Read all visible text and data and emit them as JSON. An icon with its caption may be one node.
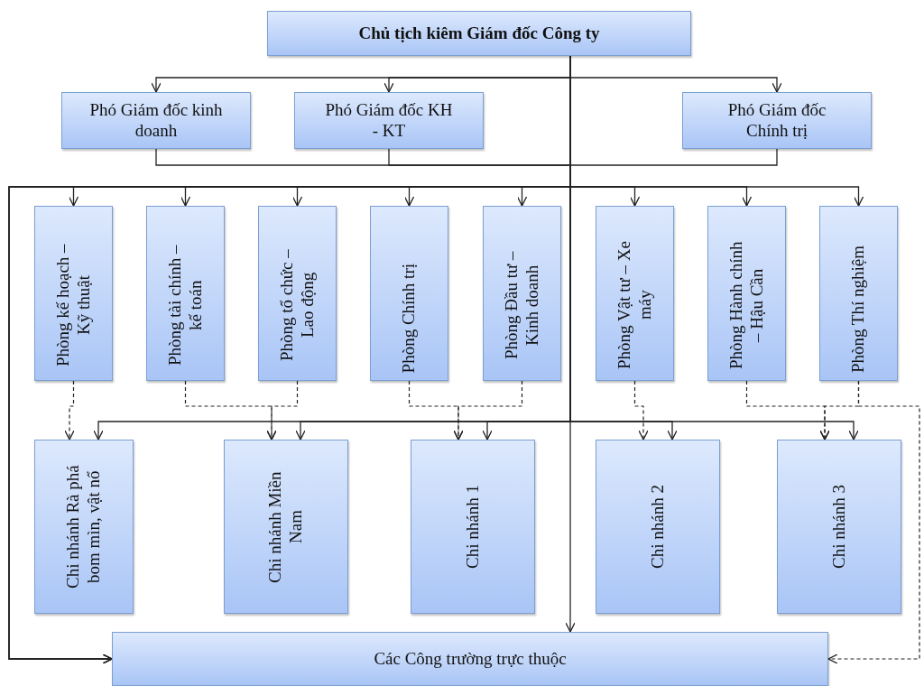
{
  "diagram": {
    "nodes": [
      {
        "text": [
          "Chủ tịch kiêm Giám đốc Công ty"
        ]
      },
      {
        "text": [
          "Phó Giám đốc kinh doanh"
        ]
      },
      {
        "text": [
          "Phó Giám đốc KH - KT"
        ]
      },
      {
        "text": [
          "Phó Giám đốc Chính trị"
        ]
      },
      {
        "text": [
          "Phòng kế hoạch – Kỹ thuật"
        ]
      },
      {
        "text": [
          "Phòng tài chính – kế toán"
        ]
      },
      {
        "text": [
          "Phòng tổ chức – Lao động"
        ]
      },
      {
        "text": [
          "Phòng Chính trị"
        ]
      },
      {
        "text": [
          "Phòng Đầu tư – Kinh doanh"
        ]
      },
      {
        "text": [
          "Phòng Vật tư – Xe máy"
        ]
      },
      {
        "text": [
          "Phòng Hành chính – Hậu Cần"
        ]
      },
      {
        "text": [
          "Phòng Thí nghiệm"
        ]
      },
      {
        "text": [
          "Chi nhánh Rà phá bom mìn, vật nổ"
        ]
      },
      {
        "text": [
          "Chi nhánh Miền Nam"
        ]
      },
      {
        "text": [
          "Chi nhánh 1"
        ]
      },
      {
        "text": [
          "Chi nhánh 2"
        ]
      },
      {
        "text": [
          "Chi nhánh 3"
        ]
      },
      {
        "text": [
          "Các Công trường trực thuộc"
        ]
      }
    ],
    "edges": [
      {
        "from": 0,
        "to": 1,
        "arrow": "to"
      },
      {
        "from": 0,
        "to": 2,
        "arrow": "to"
      },
      {
        "from": 0,
        "to": 3,
        "arrow": "to"
      },
      {
        "from": 0,
        "to": 4,
        "arrow": "to"
      },
      {
        "from": 0,
        "to": 5,
        "arrow": "to"
      },
      {
        "from": 0,
        "to": 6,
        "arrow": "to"
      },
      {
        "from": 0,
        "to": 7,
        "arrow": "to"
      },
      {
        "from": 0,
        "to": 8,
        "arrow": "to"
      },
      {
        "from": 0,
        "to": 9,
        "arrow": "to"
      },
      {
        "from": 0,
        "to": 10,
        "arrow": "to"
      },
      {
        "from": 0,
        "to": 11,
        "arrow": "to"
      },
      {
        "from": 0,
        "to": 12,
        "arrow": "to"
      },
      {
        "from": 0,
        "to": 13,
        "arrow": "to"
      },
      {
        "from": 0,
        "to": 14,
        "arrow": "to"
      },
      {
        "from": 0,
        "to": 15,
        "arrow": "to"
      },
      {
        "from": 0,
        "to": 16,
        "arrow": "to"
      },
      {
        "from": 0,
        "to": 17,
        "arrow": "to"
      },
      {
        "from": 1,
        "to": 17,
        "arrow": "to"
      },
      {
        "from": 2,
        "to": 17,
        "arrow": "to"
      },
      {
        "from": 3,
        "to": 17,
        "arrow": "to"
      },
      {
        "from": 4,
        "to": 12,
        "arrow": "to",
        "style": "dashed"
      },
      {
        "from": 5,
        "to": 13,
        "arrow": "to",
        "style": "dashed"
      },
      {
        "from": 6,
        "to": 13,
        "arrow": "to",
        "style": "dashed"
      },
      {
        "from": 7,
        "to": 14,
        "arrow": "to",
        "style": "dashed"
      },
      {
        "from": 8,
        "to": 14,
        "arrow": "to",
        "style": "dashed"
      },
      {
        "from": 9,
        "to": 15,
        "arrow": "to",
        "style": "dashed"
      },
      {
        "from": 10,
        "to": 16,
        "arrow": "to",
        "style": "dashed"
      },
      {
        "from": 11,
        "to": 16,
        "arrow": "to",
        "style": "dashed"
      },
      {
        "from": 11,
        "to": 17,
        "arrow": "to",
        "style": "dashed"
      }
    ]
  }
}
